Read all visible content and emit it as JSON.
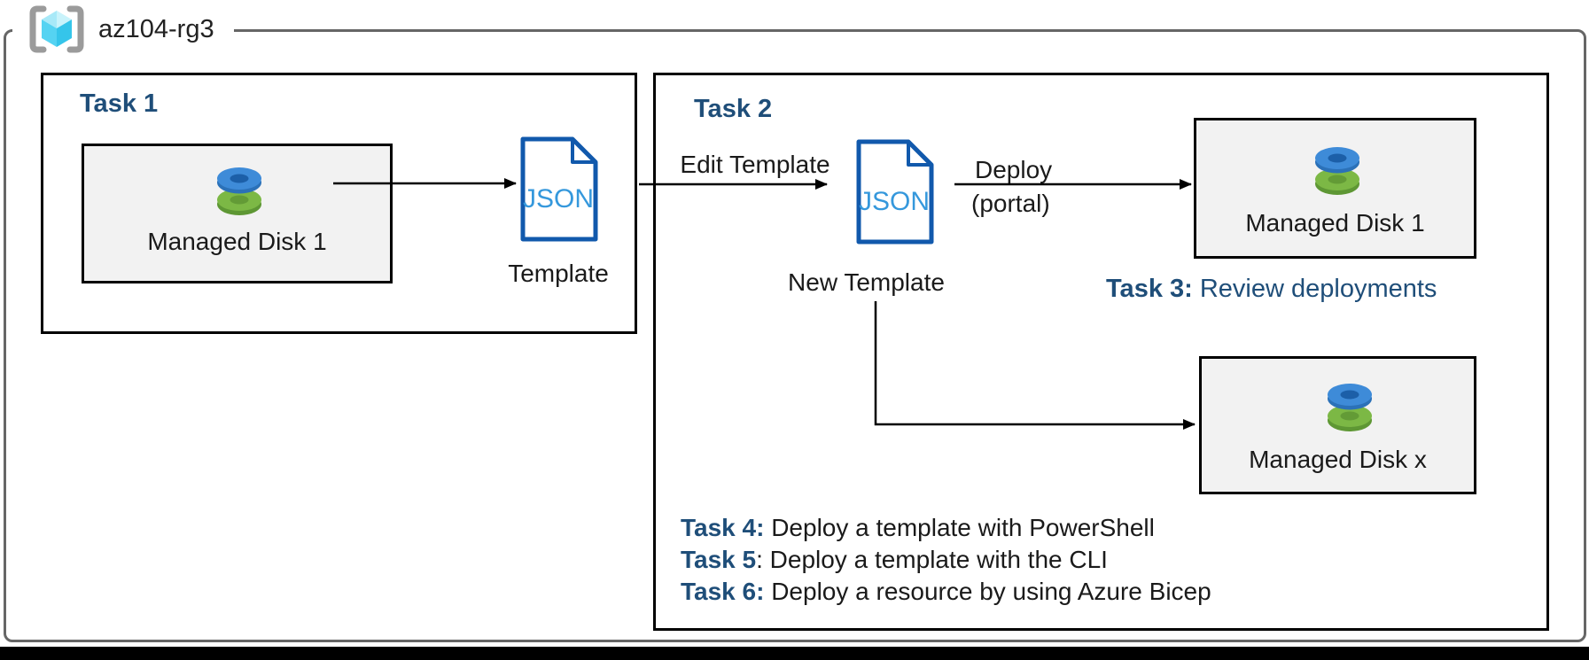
{
  "header": {
    "resource_group": "az104-rg3"
  },
  "task1": {
    "title": "Task 1",
    "managed_disk_label": "Managed Disk 1",
    "json_file_text": "JSON",
    "template_caption": "Template"
  },
  "task2": {
    "title": "Task 2",
    "edit_template_arrow_label": "Edit Template",
    "json_file_text": "JSON",
    "new_template_caption": "New Template",
    "deploy_arrow_label": "Deploy",
    "deploy_arrow_sublabel": "(portal)",
    "managed_disk_1_label": "Managed Disk 1",
    "managed_disk_x_label": "Managed Disk x"
  },
  "task3": {
    "label": "Task 3:",
    "text": " Review deployments"
  },
  "tasks": [
    {
      "label": "Task 4:",
      "text": " Deploy a template with PowerShell"
    },
    {
      "label": "Task 5",
      "text": ": Deploy a template with the CLI"
    },
    {
      "label": "Task 6:",
      "text": " Deploy a resource by using Azure Bicep"
    }
  ],
  "colors": {
    "task_heading": "#1F4E79",
    "json_outline": "#1159AC",
    "json_text": "#3598DC",
    "disk_blue": "#3E8BD8",
    "disk_green": "#7CB845",
    "box_fill": "#F2F2F2",
    "frame_gray": "#666666",
    "cube_cyan": "#4FD0F2"
  }
}
